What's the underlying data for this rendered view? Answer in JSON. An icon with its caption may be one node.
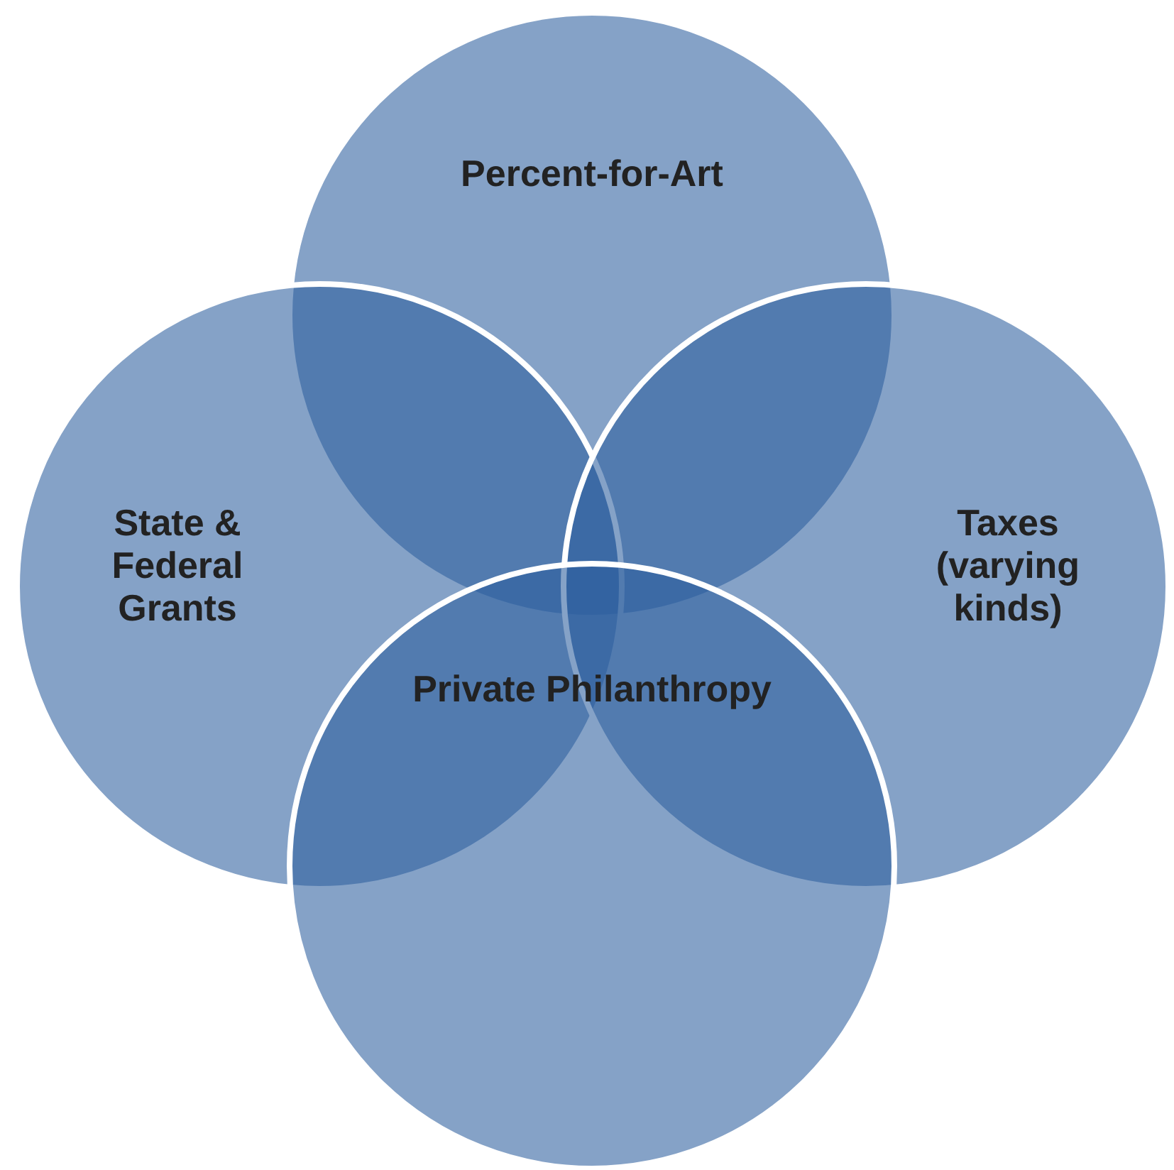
{
  "diagram": {
    "nodes": [
      {
        "text": [
          "Percent-for-Art"
        ]
      },
      {
        "text": [
          "State & Federal Grants"
        ]
      },
      {
        "text": [
          "Taxes (varying kinds)"
        ]
      },
      {
        "text": [
          "Private Philanthropy"
        ]
      }
    ]
  }
}
